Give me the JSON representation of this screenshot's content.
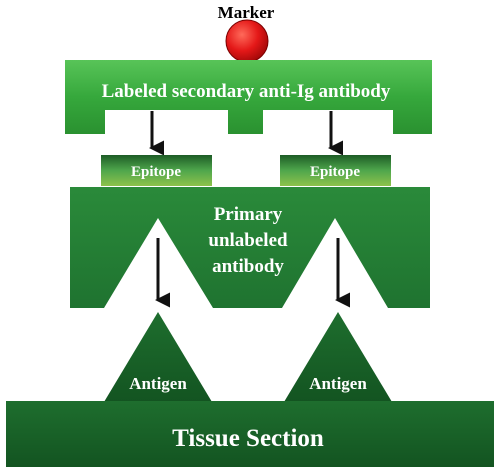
{
  "marker": {
    "label": "Marker",
    "color": "#e41818"
  },
  "secondary_antibody": {
    "label": "Labeled secondary anti-Ig antibody"
  },
  "epitopes": [
    {
      "label": "Epitope"
    },
    {
      "label": "Epitope"
    }
  ],
  "primary_antibody": {
    "lines": [
      "Primary",
      "unlabeled",
      "antibody"
    ]
  },
  "antigens": [
    {
      "label": "Antigen"
    },
    {
      "label": "Antigen"
    }
  ],
  "tissue": {
    "label": "Tissue Section"
  },
  "colors": {
    "light_green": "#3fb03f",
    "mid_green": "#2e8f3a",
    "dark_green": "#1c6b2c",
    "text_light": "#ffffff",
    "arrow": "#111111"
  }
}
